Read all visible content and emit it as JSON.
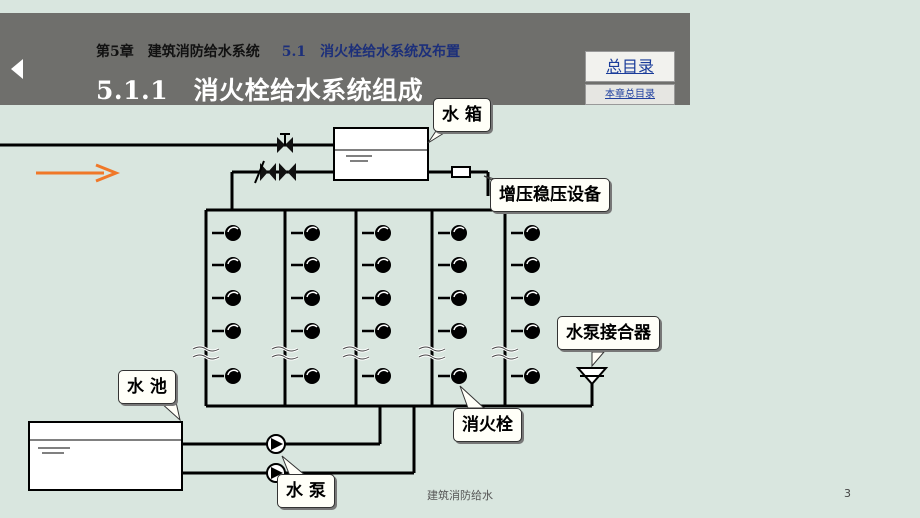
{
  "header": {
    "chapter": "第5章　建筑消防给水系统",
    "section": "5.1　消火栓给水系统及布置",
    "title": "5.1.1　消火栓给水系统组成",
    "nav_main": "总目录",
    "nav_sub": "本章总目录"
  },
  "labels": {
    "water_tank": "水 箱",
    "pressure_device": "增压稳压设备",
    "pump_adapter": "水泵接合器",
    "water_pool": "水 池",
    "hydrant": "消火栓",
    "pump": "水 泵"
  },
  "footer": {
    "text": "建筑消防给水",
    "page": "3"
  },
  "colors": {
    "background": "#d9e6df",
    "header": "#6f6f6c",
    "arrow": "#f07828",
    "pipe": "#000000"
  }
}
